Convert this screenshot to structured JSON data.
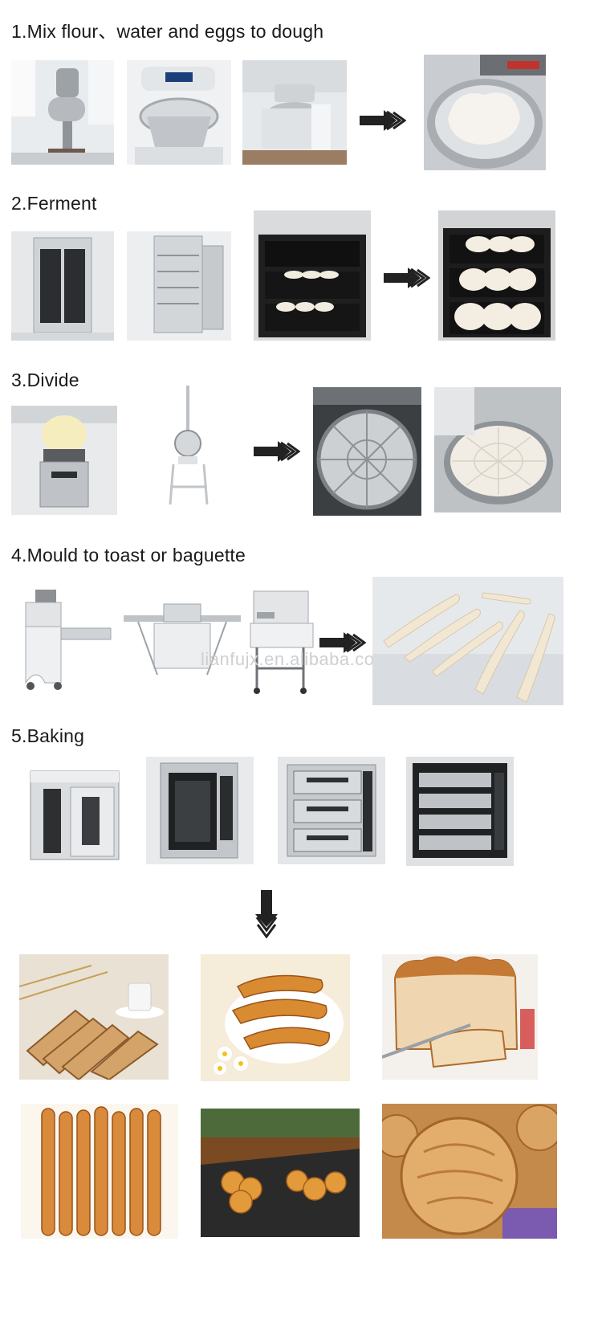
{
  "steps": [
    {
      "title": "1.Mix flour、water and eggs to dough"
    },
    {
      "title": "2.Ferment"
    },
    {
      "title": "3.Divide"
    },
    {
      "title": "4.Mould to toast or baguette"
    },
    {
      "title": "5.Baking"
    }
  ],
  "watermark": "lianfujx.en.alibaba.com",
  "icons": {
    "right_arrow": "double-chevron-right-icon",
    "down_arrow": "double-chevron-down-icon"
  },
  "colors": {
    "steel": "#c9ccd0",
    "dough": "#f3ede2",
    "tray": "#1e1e1e",
    "bread": "#d89a55",
    "text": "#1a1a1a"
  }
}
